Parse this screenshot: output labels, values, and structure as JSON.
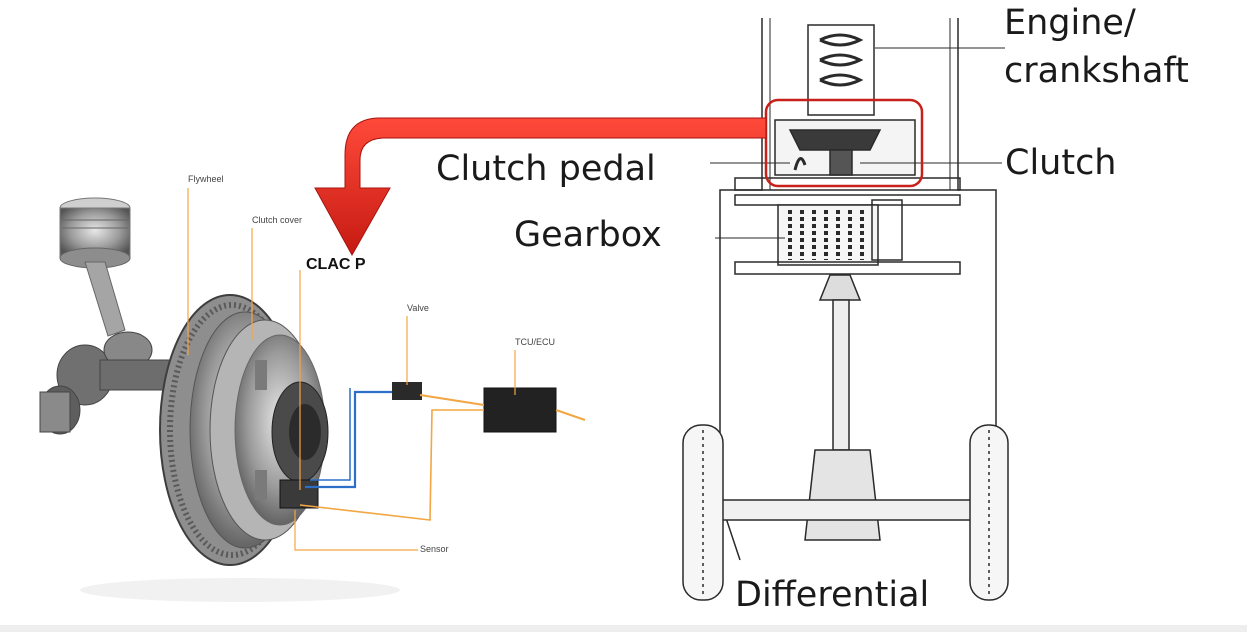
{
  "labels": {
    "engine_line1": "Engine/",
    "engine_line2": "crankshaft",
    "clutch": "Clutch",
    "clutch_pedal": "Clutch pedal",
    "gearbox": "Gearbox",
    "differential": "Differential",
    "clac_p": "CLAC P",
    "flywheel": "Flywheel",
    "clutch_cover": "Clutch cover",
    "valve": "Valve",
    "tcu_ecu": "TCU/ECU",
    "sensor": "Sensor"
  },
  "colors": {
    "arrow": "#d9241c",
    "highlight_box": "#c8201a",
    "orange_line": "#f2a644",
    "blue_line": "#2b6fc8"
  }
}
